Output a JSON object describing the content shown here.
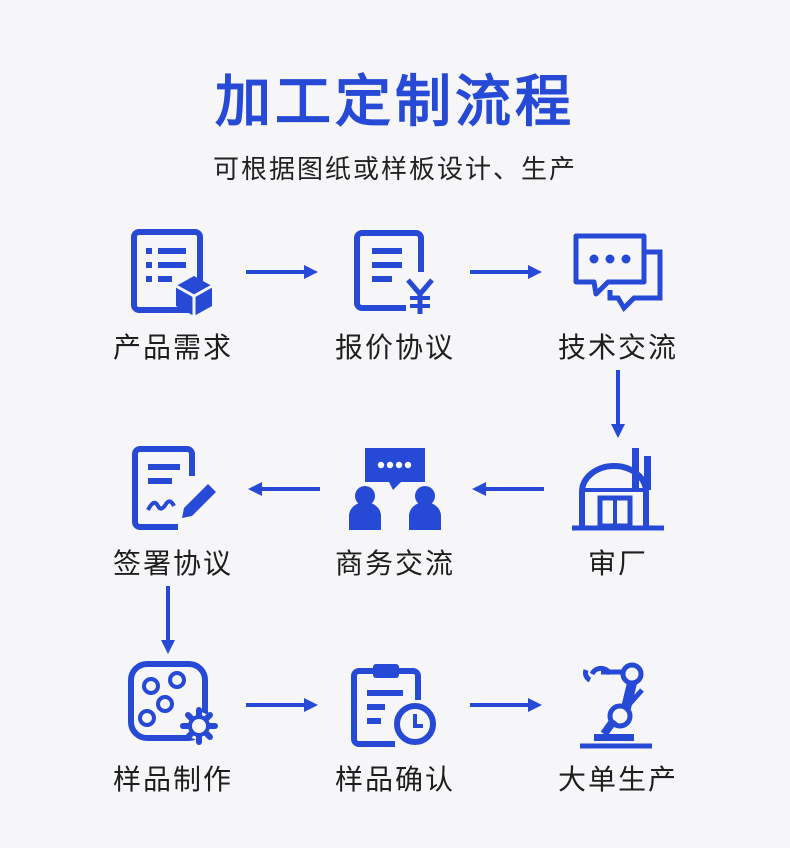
{
  "title": "加工定制流程",
  "subtitle": "可根据图纸或样板设计、生产",
  "colors": {
    "accent": "#2649d6",
    "text": "#1e1e1e",
    "background": "#f6f6f8"
  },
  "steps": [
    {
      "label": "产品需求",
      "icon": "product-requirement-icon"
    },
    {
      "label": "报价协议",
      "icon": "quotation-icon"
    },
    {
      "label": "技术交流",
      "icon": "chat-bubbles-icon"
    },
    {
      "label": "审厂",
      "icon": "factory-icon"
    },
    {
      "label": "商务交流",
      "icon": "business-talk-icon"
    },
    {
      "label": "签署协议",
      "icon": "sign-agreement-icon"
    },
    {
      "label": "样品制作",
      "icon": "sample-making-icon"
    },
    {
      "label": "样品确认",
      "icon": "sample-confirm-icon"
    },
    {
      "label": "大单生产",
      "icon": "robot-arm-icon"
    }
  ]
}
